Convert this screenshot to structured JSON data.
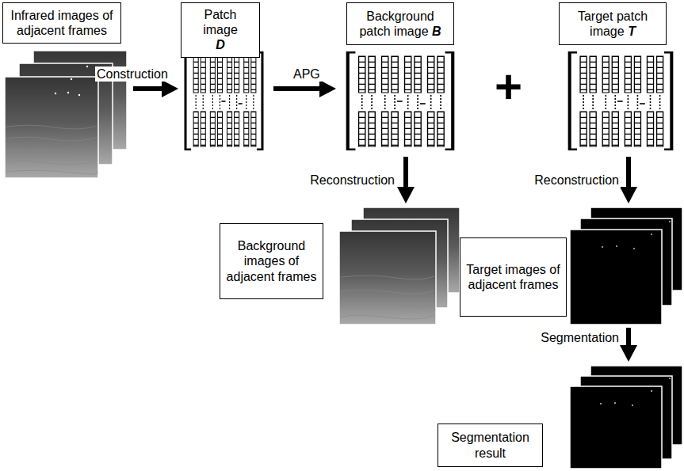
{
  "diagram": {
    "nodes": [
      {
        "text": [
          "Infrared images of adjacent frames"
        ]
      },
      {
        "text": [
          "Patch image",
          "D"
        ]
      },
      {
        "text": [
          "Background patch image",
          "B"
        ]
      },
      {
        "text": [
          "Target patch image",
          "T"
        ]
      },
      {
        "text": [
          "Background images of adjacent frames"
        ]
      },
      {
        "text": [
          "Target images of adjacent frames"
        ]
      },
      {
        "text": [
          "Segmentation result"
        ]
      }
    ],
    "labels": [
      "Construction",
      "APG",
      "+",
      "Reconstruction",
      "Reconstruction",
      "Segmentation"
    ]
  }
}
